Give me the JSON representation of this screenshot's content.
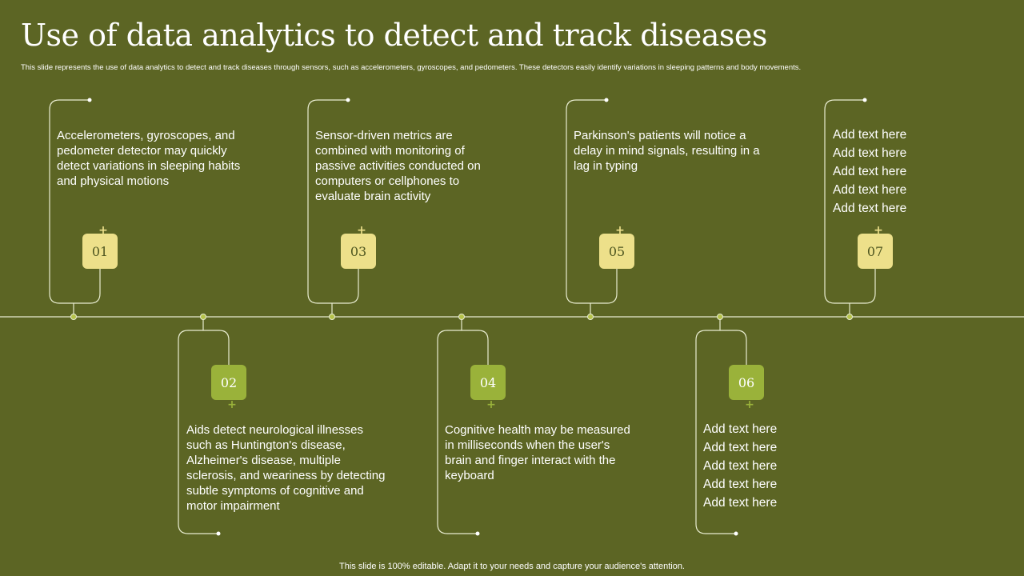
{
  "slide": {
    "title": "Use of data analytics to detect and track diseases",
    "subtitle": "This slide represents the use of data analytics to detect and track diseases through sensors, such as accelerometers, gyroscopes, and pedometers. These detectors easily identify variations in sleeping patterns and body movements.",
    "footer": "This slide is 100% editable. Adapt it to your needs and capture your audience's attention."
  },
  "colors": {
    "background": "#5c6524",
    "badge_light": "#ede08a",
    "badge_green": "#9ab23a",
    "line": "#e8ecd0"
  },
  "steps": [
    {
      "number": "01",
      "text": "Accelerometers, gyroscopes, and pedometer detector may quickly detect variations in sleeping habits and physical motions"
    },
    {
      "number": "02",
      "text": "Aids detect neurological illnesses such as Huntington's  disease, Alzheimer's disease, multiple sclerosis, and weariness by detecting subtle symptoms of cognitive and motor impairment"
    },
    {
      "number": "03",
      "text": "Sensor-driven metrics are combined with monitoring of passive activities conducted on computers or cellphones to evaluate brain activity"
    },
    {
      "number": "04",
      "text": "Cognitive health may be measured in milliseconds when the user's brain and finger interact with the keyboard"
    },
    {
      "number": "05",
      "text": "Parkinson's patients will notice a delay in mind signals, resulting in a lag in typing"
    },
    {
      "number": "06",
      "items": [
        "Add text here",
        "Add text here",
        "Add text here",
        "Add text here",
        "Add text here"
      ]
    },
    {
      "number": "07",
      "items": [
        "Add text here",
        "Add text here",
        "Add text here",
        "Add text here",
        "Add text here"
      ]
    }
  ],
  "icons": {
    "plus": "plus-icon",
    "plus_glyph": "+"
  }
}
